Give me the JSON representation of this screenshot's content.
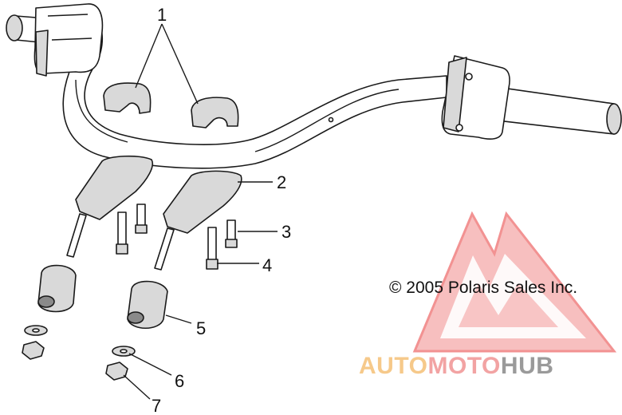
{
  "diagram": {
    "callouts": [
      {
        "id": "1",
        "label": "1"
      },
      {
        "id": "2",
        "label": "2"
      },
      {
        "id": "3",
        "label": "3"
      },
      {
        "id": "4",
        "label": "4"
      },
      {
        "id": "5",
        "label": "5"
      },
      {
        "id": "6",
        "label": "6"
      },
      {
        "id": "7",
        "label": "7"
      }
    ],
    "copyright": "© 2005 Polaris Sales Inc."
  },
  "watermark": {
    "brand_part1": "AUTO",
    "brand_part2": "MOTO",
    "brand_part3": "HUB",
    "colors": {
      "part1": "#f6c98a",
      "part2": "#f2a3a3",
      "part3": "#9a9a9a",
      "logo": "#f28c8c"
    }
  }
}
